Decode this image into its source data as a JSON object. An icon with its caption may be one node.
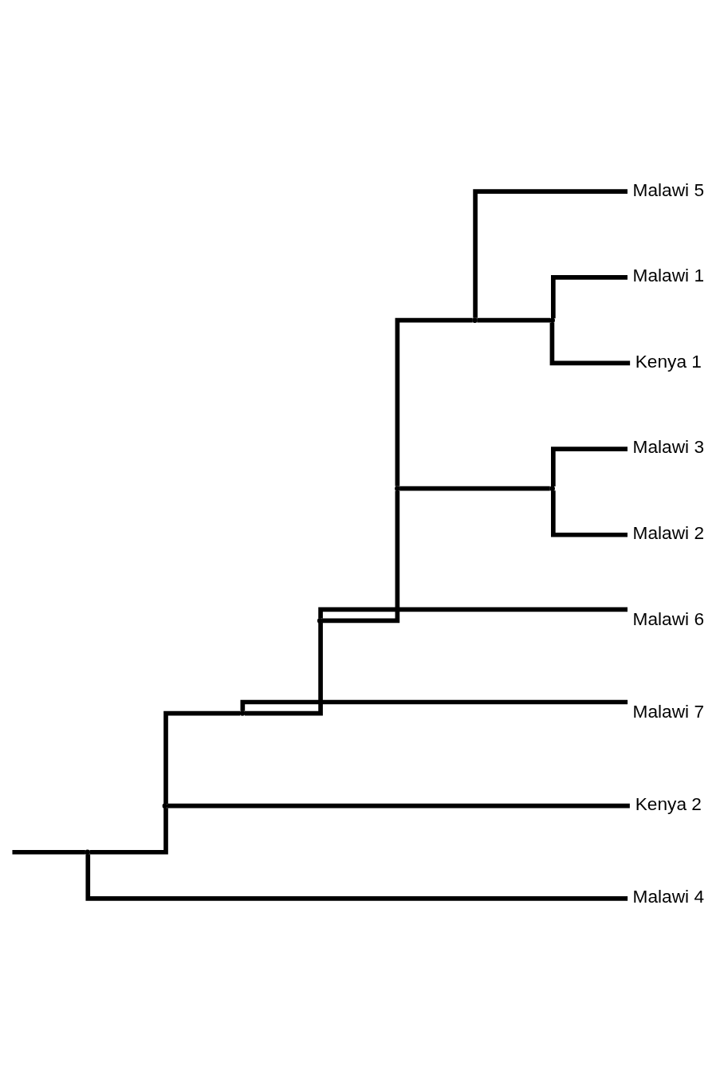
{
  "diagram": {
    "nodes": [
      {
        "text": [
          "Malawi 5"
        ]
      },
      {
        "text": [
          "Malawi 1"
        ]
      },
      {
        "text": [
          "Kenya 1"
        ]
      },
      {
        "text": [
          "Malawi 3"
        ]
      },
      {
        "text": [
          "Malawi 2"
        ]
      },
      {
        "text": [
          "Malawi 6"
        ]
      },
      {
        "text": [
          "Malawi 7"
        ]
      },
      {
        "text": [
          "Kenya 2"
        ]
      },
      {
        "text": [
          "Malawi 4"
        ]
      },
      {
        "text": [],
        "shape": "point"
      },
      {
        "text": [],
        "shape": "point"
      },
      {
        "text": [],
        "shape": "point"
      },
      {
        "text": [],
        "shape": "point"
      },
      {
        "text": [],
        "shape": "point"
      },
      {
        "text": [],
        "shape": "point"
      },
      {
        "text": [],
        "shape": "point"
      },
      {
        "text": [],
        "shape": "point"
      }
    ],
    "edges": [
      {
        "from": null,
        "to": 9,
        "arrow": "none"
      },
      {
        "from": 9,
        "to": 10,
        "arrow": "none"
      },
      {
        "from": 10,
        "to": 11,
        "arrow": "none"
      },
      {
        "from": 11,
        "to": 12,
        "arrow": "none"
      },
      {
        "from": 12,
        "to": 13,
        "arrow": "none"
      },
      {
        "from": 13,
        "to": 14,
        "arrow": "none"
      },
      {
        "from": 14,
        "to": 0,
        "arrow": "none"
      },
      {
        "from": 14,
        "to": 15,
        "arrow": "none"
      },
      {
        "from": 15,
        "to": 1,
        "arrow": "none"
      },
      {
        "from": 15,
        "to": 2,
        "arrow": "none"
      },
      {
        "from": 13,
        "to": 16,
        "arrow": "none"
      },
      {
        "from": 16,
        "to": 3,
        "arrow": "none"
      },
      {
        "from": 16,
        "to": 4,
        "arrow": "none"
      },
      {
        "from": 12,
        "to": 5,
        "arrow": "none"
      },
      {
        "from": 11,
        "to": 6,
        "arrow": "none"
      },
      {
        "from": 10,
        "to": 7,
        "arrow": "none"
      },
      {
        "from": 9,
        "to": 8,
        "arrow": "none"
      }
    ]
  }
}
